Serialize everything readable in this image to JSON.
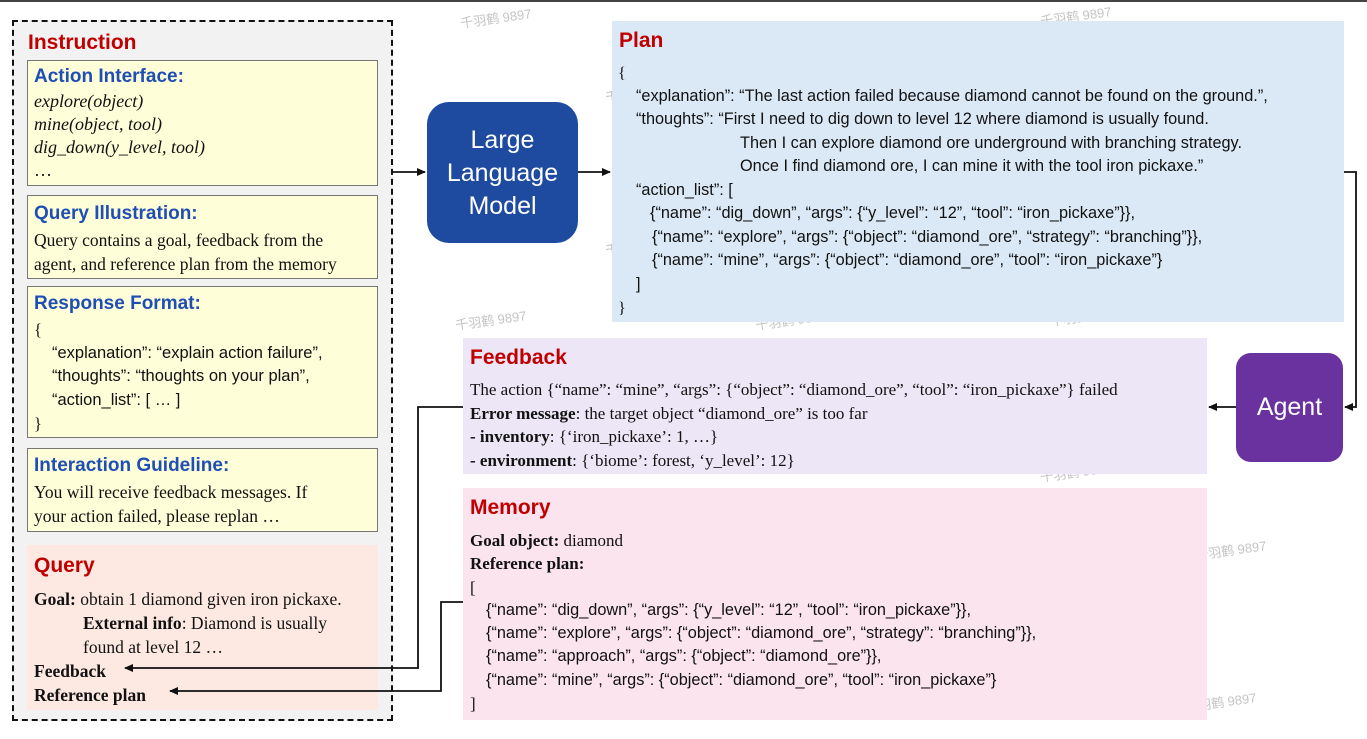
{
  "instruction": {
    "title": "Instruction",
    "action_interface": {
      "title": "Action Interface:",
      "lines": [
        "explore(object)",
        "mine(object, tool)",
        "dig_down(y_level, tool)",
        "…"
      ]
    },
    "query_illustration": {
      "title": "Query Illustration:",
      "lines": [
        "Query contains a goal, feedback from the",
        "agent, and reference plan from the memory"
      ]
    },
    "response_format": {
      "title": "Response Format:",
      "lines": [
        "{",
        "“explanation”: “explain action failure”,",
        "“thoughts”: “thoughts on your plan”,",
        "“action_list”: [ … ]",
        "}"
      ]
    },
    "interaction_guideline": {
      "title": "Interaction Guideline:",
      "lines": [
        "You will receive feedback messages. If",
        "your action failed, please replan …"
      ]
    }
  },
  "query": {
    "title": "Query",
    "goal_label": "Goal:",
    "goal_text": "obtain 1 diamond given iron pickaxe.",
    "external_label": "External info",
    "external_text": ": Diamond is usually",
    "external_line2": "found at level 12 …",
    "feedback": "Feedback",
    "reference_plan": "Reference plan"
  },
  "llm": {
    "line1": "Large",
    "line2": "Language",
    "line3": "Model"
  },
  "plan": {
    "title": "Plan",
    "lines": [
      "{",
      "“explanation”: “The last action failed because diamond cannot be found on the ground.”,",
      "“thoughts”: “First I need to dig down to level 12 where diamond is usually found.",
      "Then I can explore diamond ore underground with branching strategy.",
      "Once I find diamond ore, I can mine it with the tool iron pickaxe.”",
      "“action_list”: [",
      "{“name”: “dig_down”, “args”: {“y_level”: “12”, “tool”: “iron_pickaxe”}},",
      "{“name”: “explore”, “args”: {“object”: “diamond_ore”, “strategy”: “branching”}},",
      "{“name”: “mine”, “args”: {“object”: “diamond_ore”, “tool”: “iron_pickaxe”}",
      "]",
      "}"
    ]
  },
  "agent": {
    "label": "Agent"
  },
  "feedback": {
    "title": "Feedback",
    "line1": "The action {“name”: “mine”, “args”: {“object”: “diamond_ore”, “tool”: “iron_pickaxe”} failed",
    "error_label": "Error message",
    "error_text": ": the target object “diamond_ore” is too far",
    "inventory_label": "- inventory",
    "inventory_text": ": {‘iron_pickaxe’: 1, …}",
    "environment_label": "- environment",
    "environment_text": ": {‘biome’: forest, ‘y_level’: 12}"
  },
  "memory": {
    "title": "Memory",
    "goal_label": "Goal object:",
    "goal_text": " diamond",
    "ref_label": "Reference plan:",
    "lines": [
      "[",
      "{“name”: “dig_down”, “args”: {“y_level”: “12”, “tool”: “iron_pickaxe”}},",
      "{“name”: “explore”, “args”: {“object”: “diamond_ore”, “strategy”: “branching”}},",
      "{“name”: “approach”, “args”: {“object”: “diamond_ore”}},",
      "{“name”: “mine”, “args”: {“object”: “diamond_ore”, “tool”: “iron_pickaxe”}",
      "]"
    ]
  },
  "watermark": "千羽鹤 9897",
  "colors": {
    "title_red": "#c00000",
    "title_blue": "#1f4eb4",
    "llm_box": "#1e4ba0",
    "agent_box": "#6a329f",
    "plan_bg": "#dbe9f6",
    "feedback_bg": "#ece6f7",
    "memory_bg": "#fbe4ee",
    "query_bg": "#fde9e1",
    "yellow_bg": "#fefed8",
    "instruction_bg": "#f2f2f2"
  }
}
